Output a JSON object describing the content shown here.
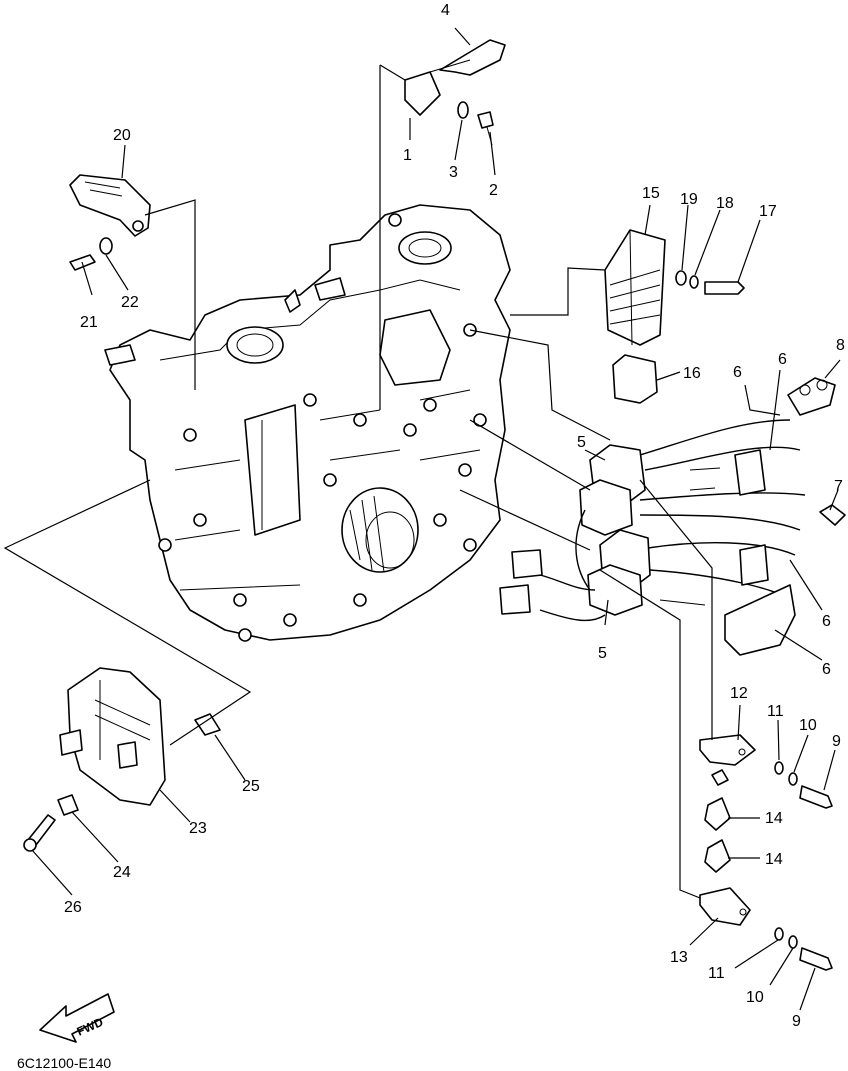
{
  "diagram": {
    "callouts": [
      "1",
      "2",
      "3",
      "4",
      "5",
      "5",
      "6",
      "6",
      "6",
      "6",
      "7",
      "8",
      "9",
      "9",
      "10",
      "10",
      "11",
      "11",
      "12",
      "13",
      "14",
      "14",
      "15",
      "16",
      "17",
      "18",
      "19",
      "20",
      "21",
      "22",
      "23",
      "24",
      "25",
      "26"
    ],
    "fwd_label": "FWD",
    "drawing_code": "6C12100-E140"
  }
}
